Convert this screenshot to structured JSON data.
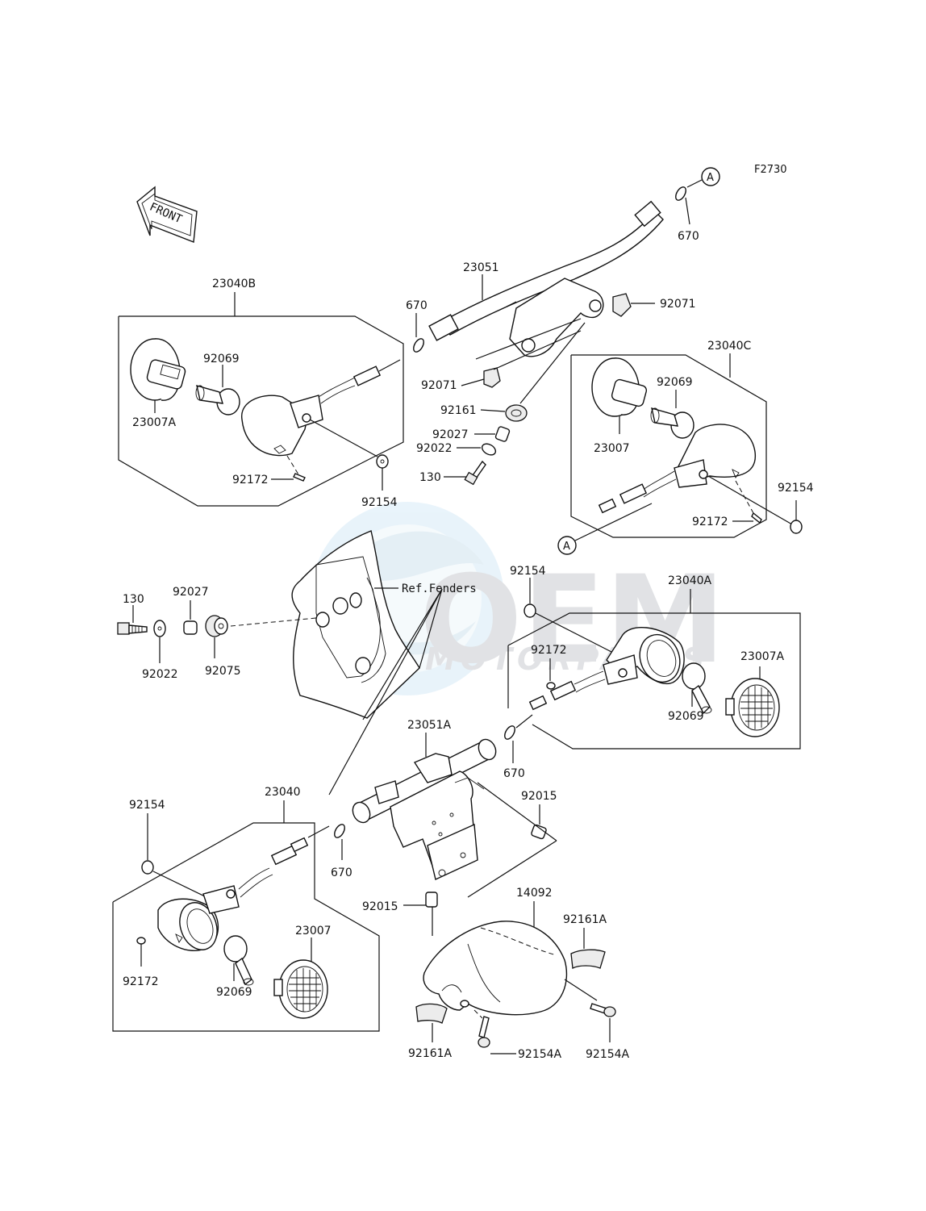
{
  "diagram_id": "F2730",
  "front_label": "FRONT",
  "ref_note": "Ref.Fenders",
  "callout_a": "A",
  "watermark": {
    "brand": "OEM",
    "sub": "MOTORPARTS"
  },
  "colors": {
    "line": "#111111",
    "watermark_blue": "#cfe6f4",
    "watermark_gray": "#c9ccd0"
  },
  "parts": {
    "p23040B": "23040B",
    "p23007A_top": "23007A",
    "p92069_top_left": "92069",
    "p92172_top_left": "92172",
    "p92154_top_left": "92154",
    "p670_top_left": "670",
    "p23051": "23051",
    "p670_top_right": "670",
    "p92071_right": "92071",
    "p92071_left": "92071",
    "p92161": "92161",
    "p92027_mid": "92027",
    "p92022_mid": "92022",
    "p130_mid": "130",
    "p23040C": "23040C",
    "p23007_right": "23007",
    "p92069_right": "92069",
    "p92154_right": "92154",
    "p92172_right": "92172",
    "p130_left": "130",
    "p92027_left": "92027",
    "p92022_left": "92022",
    "p92075": "92075",
    "p92154_mid_right": "92154",
    "p23040A": "23040A",
    "p92172_mid_right": "92172",
    "p23007A_right": "23007A",
    "p92069_mid_right": "92069",
    "p23051A": "23051A",
    "p670_mid": "670",
    "p92015_right": "92015",
    "p23040": "23040",
    "p92154_bot_left": "92154",
    "p670_bot": "670",
    "p92172_bot_left": "92172",
    "p92069_bot": "92069",
    "p23007_bot": "23007",
    "p92015_bot": "92015",
    "p14092": "14092",
    "p92161A_right": "92161A",
    "p92161A_left": "92161A",
    "p92154A_mid": "92154A",
    "p92154A_right": "92154A"
  }
}
